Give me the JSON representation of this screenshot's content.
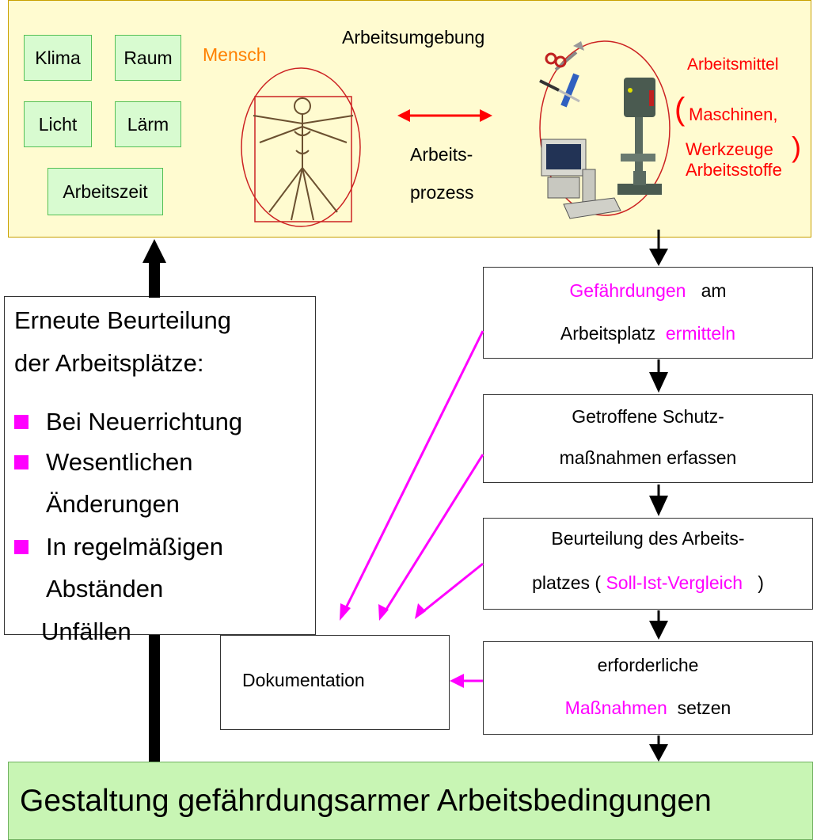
{
  "environment": {
    "title": "Arbeitsumgebung",
    "factors": [
      "Klima",
      "Raum",
      "Licht",
      "Lärm",
      "Arbeitszeit"
    ],
    "mensch_label": "Mensch",
    "process_line1": "Arbeits-",
    "process_line2": "prozess",
    "means_title": "Arbeitsmittel",
    "means_paren_open": "(",
    "means_line2": "Maschinen,",
    "means_line3": "Werkzeuge",
    "means_paren_close": ")",
    "means_line4": "Arbeitsstoffe"
  },
  "reassessment": {
    "title_line1": "Erneute Beurteilung",
    "title_line2": "der Arbeitsplätze:",
    "items": [
      "Bei Neuerrichtung",
      "Wesentlichen",
      "Änderungen",
      "In regelmäßigen",
      "Abständen",
      "Unfällen"
    ]
  },
  "steps": {
    "s1_a": "Gefährdungen",
    "s1_b": "am",
    "s1_c": "Arbeitsplatz",
    "s1_d": "ermitteln",
    "s2_a": "Getroffene Schutz-",
    "s2_b": "maßnahmen erfassen",
    "s3_a": "Beurteilung des Arbeits-",
    "s3_b": "platzes (",
    "s3_c": "Soll-Ist-Vergleich",
    "s3_d": ")",
    "s4_a": "erforderliche",
    "s4_b": "Maßnahmen",
    "s4_c": "setzen"
  },
  "documentation": "Dokumentation",
  "goal": "Gestaltung gefährdungsarmer Arbeitsbedingungen",
  "colors": {
    "magenta": "#ff00ff",
    "red": "#ff0000",
    "orange": "#ff8000",
    "env_bg": "#fffbd0",
    "goal_bg": "#c8f5b4"
  }
}
